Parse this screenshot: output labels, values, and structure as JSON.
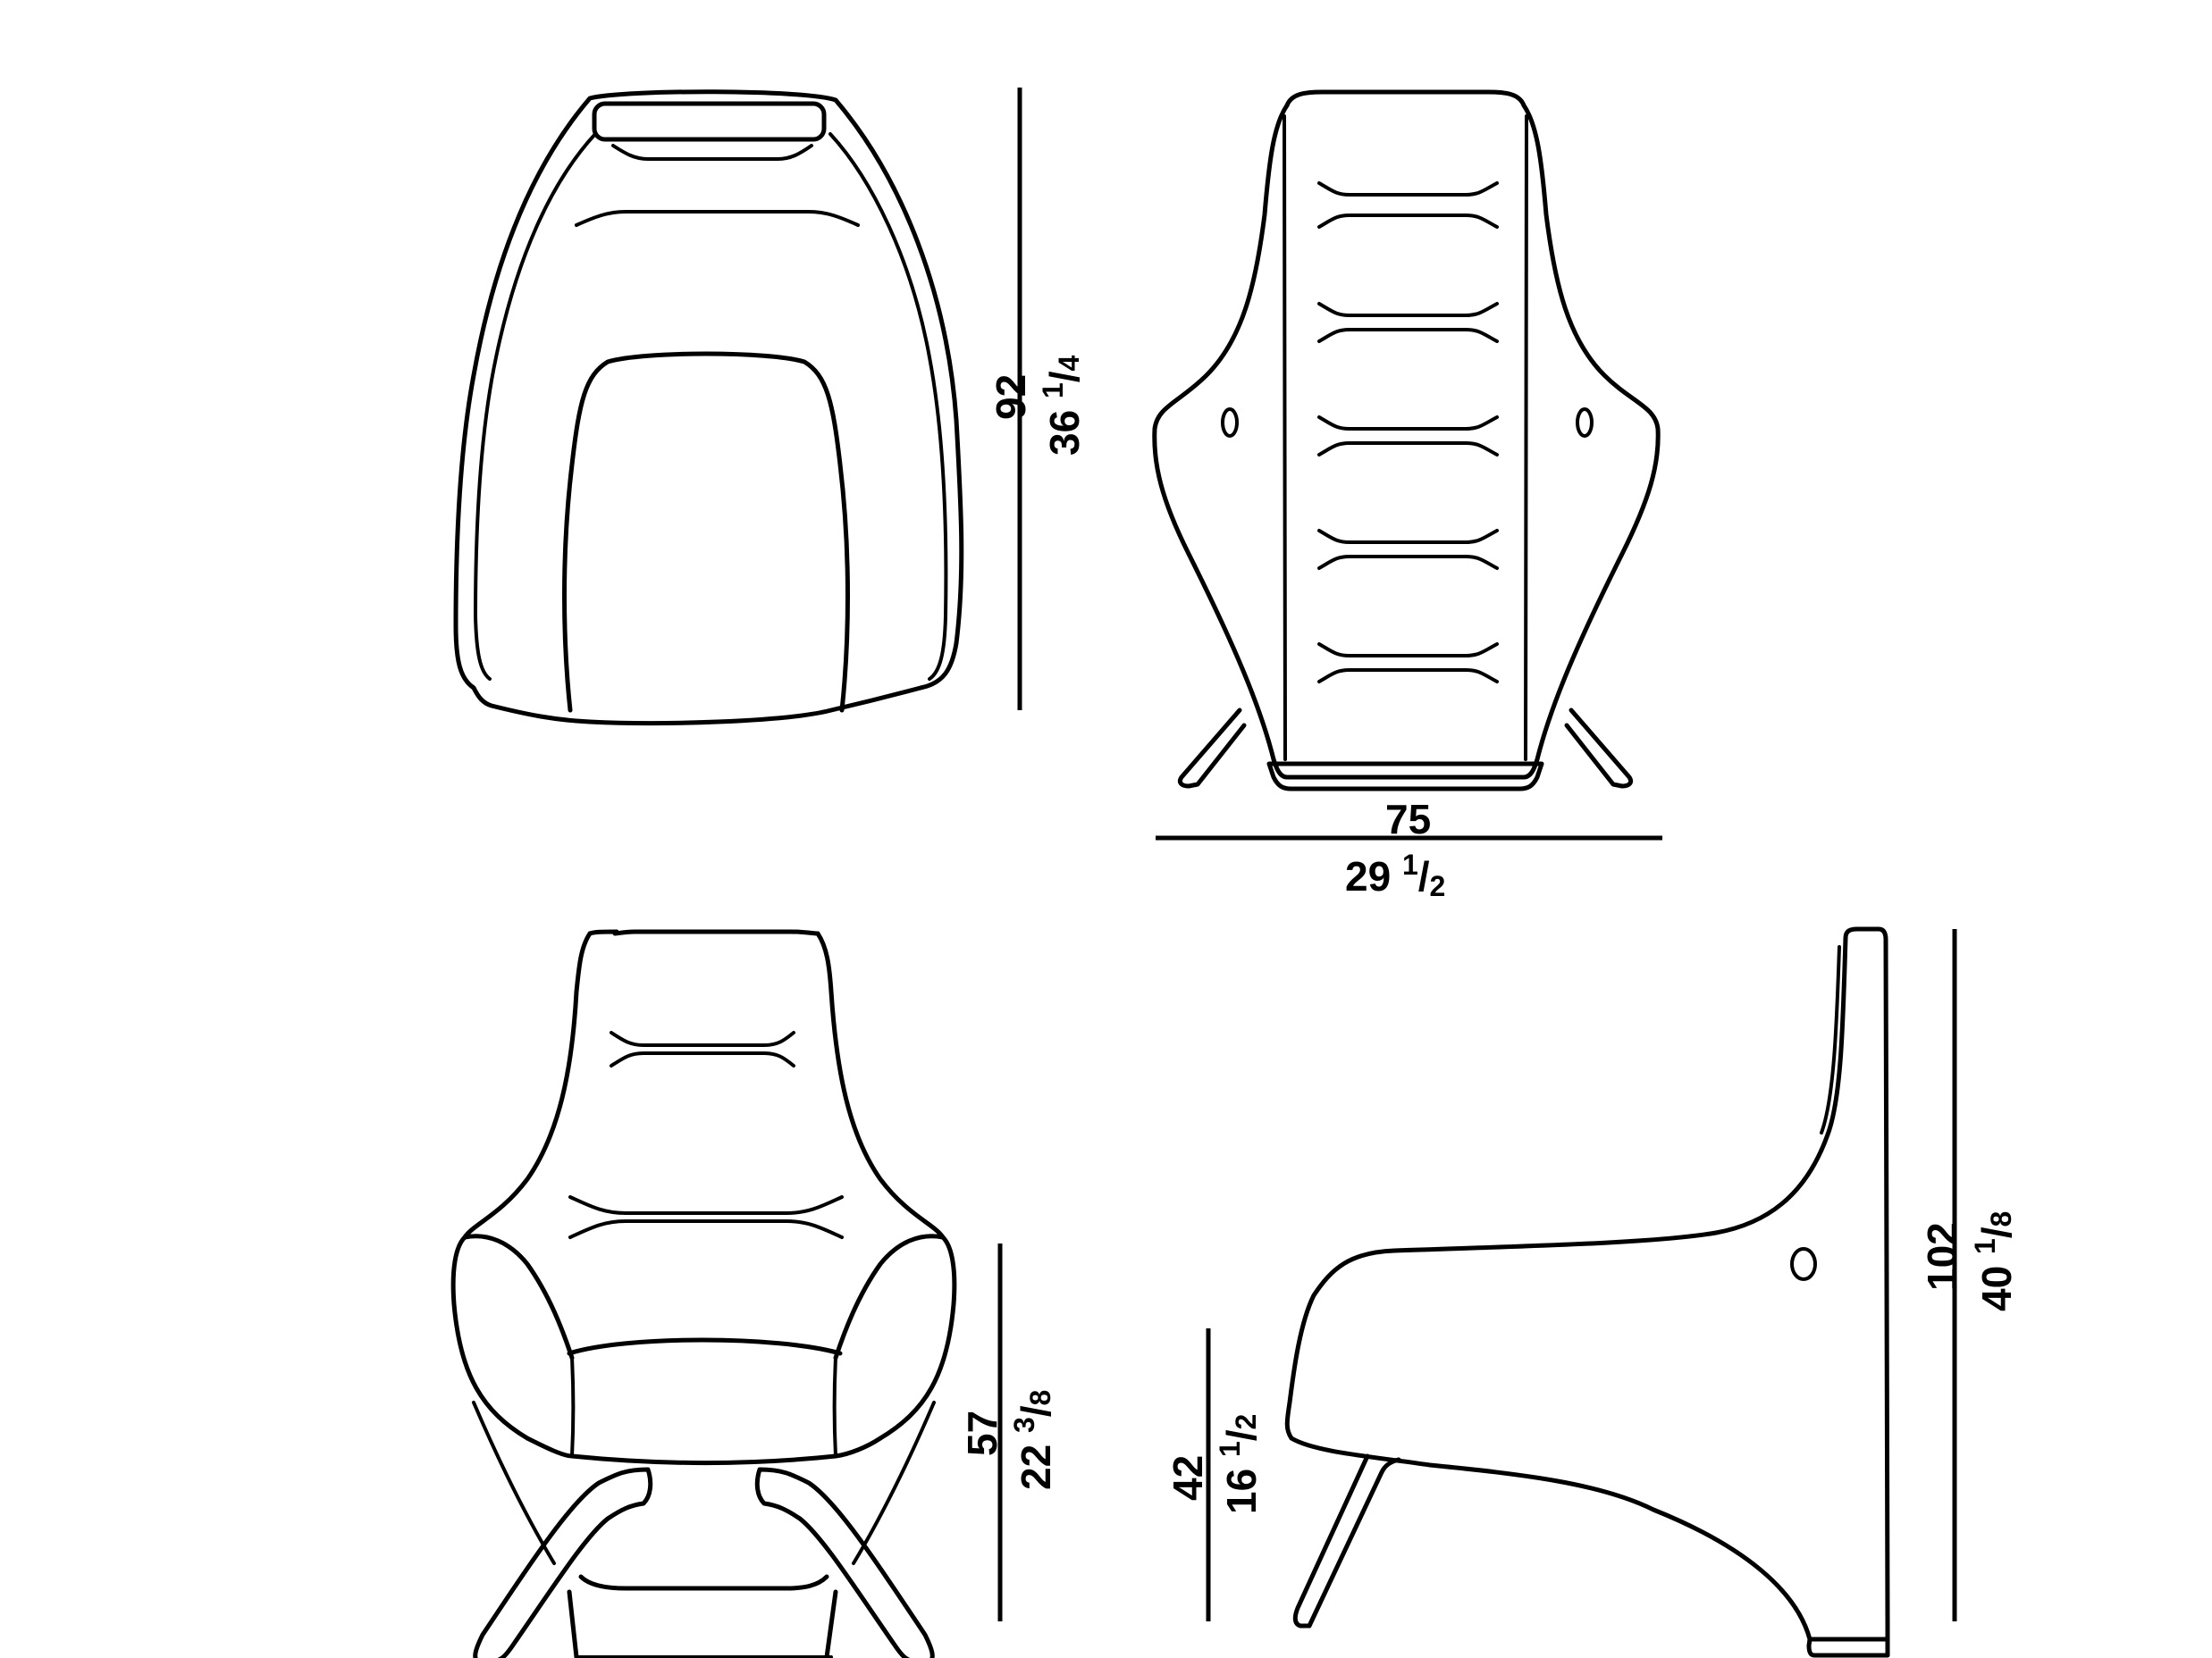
{
  "title": "Armchair dimension drawing",
  "views": [
    {
      "name": "top-view",
      "description": "plan view from above"
    },
    {
      "name": "back-view",
      "description": "rear elevation"
    },
    {
      "name": "front-view",
      "description": "front elevation"
    },
    {
      "name": "side-view",
      "description": "side elevation"
    }
  ],
  "dimensions": {
    "top_depth": {
      "cm": "92",
      "in_whole": "36",
      "in_num": "1",
      "in_den": "4"
    },
    "width": {
      "cm": "75",
      "in_whole": "29",
      "in_num": "1",
      "in_den": "2"
    },
    "arm_height": {
      "cm": "57",
      "in_whole": "22",
      "in_num": "3",
      "in_den": "8"
    },
    "seat_height": {
      "cm": "42",
      "in_whole": "16",
      "in_num": "1",
      "in_den": "2"
    },
    "total_height": {
      "cm": "102",
      "in_whole": "40",
      "in_num": "1",
      "in_den": "8"
    }
  },
  "colors": {
    "line": "#000000",
    "background": "#ffffff"
  }
}
